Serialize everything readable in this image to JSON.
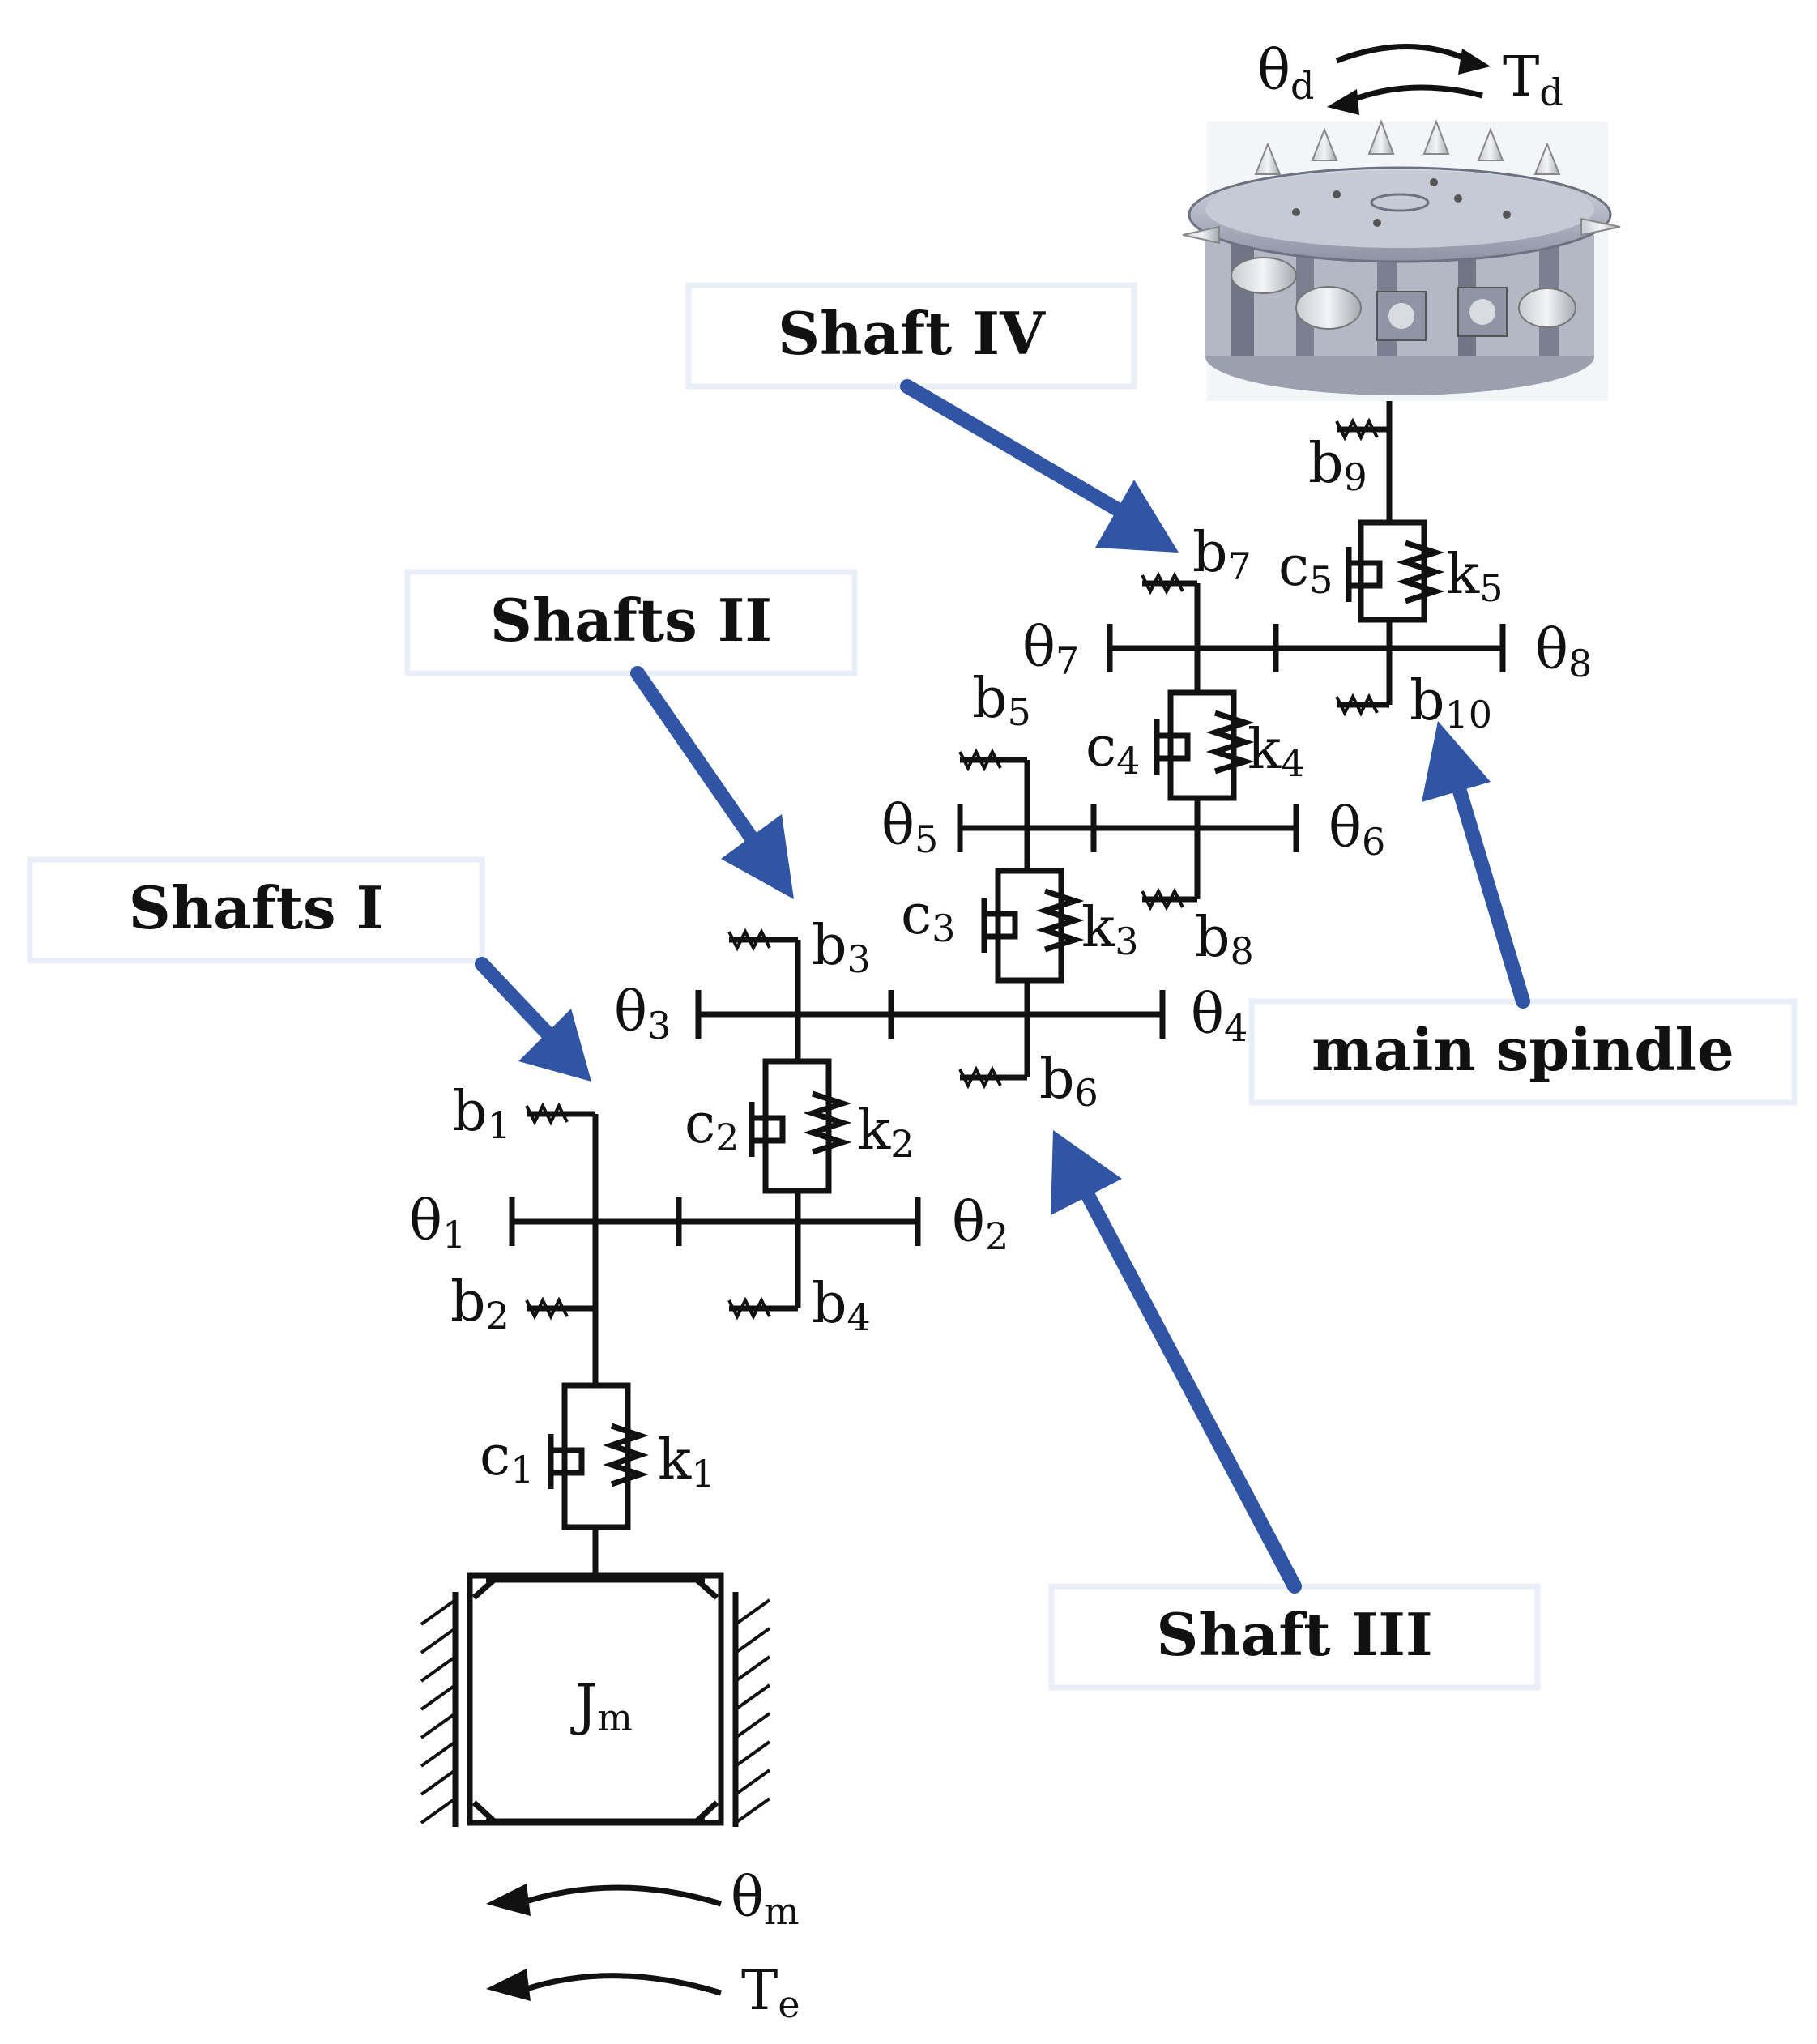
{
  "callouts": {
    "shaft_iv": "Shaft IV",
    "shafts_ii": "Shafts II",
    "shafts_i": "Shafts I",
    "shaft_iii": "Shaft III",
    "main_spindle": "main spindle"
  },
  "symbols": {
    "theta_d": {
      "base": "θ",
      "sub": "d"
    },
    "t_d": {
      "base": "T",
      "sub": "d"
    },
    "b9": {
      "base": "b",
      "sub": "9"
    },
    "b7": {
      "base": "b",
      "sub": "7"
    },
    "c5": {
      "base": "c",
      "sub": "5"
    },
    "k5": {
      "base": "k",
      "sub": "5"
    },
    "theta7": {
      "base": "θ",
      "sub": "7"
    },
    "theta8": {
      "base": "θ",
      "sub": "8"
    },
    "b10": {
      "base": "b",
      "sub": "10"
    },
    "b5": {
      "base": "b",
      "sub": "5"
    },
    "c4": {
      "base": "c",
      "sub": "4"
    },
    "k4": {
      "base": "k",
      "sub": "4"
    },
    "theta5": {
      "base": "θ",
      "sub": "5"
    },
    "theta6": {
      "base": "θ",
      "sub": "6"
    },
    "c3": {
      "base": "c",
      "sub": "3"
    },
    "k3": {
      "base": "k",
      "sub": "3"
    },
    "b8": {
      "base": "b",
      "sub": "8"
    },
    "b3": {
      "base": "b",
      "sub": "3"
    },
    "theta3": {
      "base": "θ",
      "sub": "3"
    },
    "theta4": {
      "base": "θ",
      "sub": "4"
    },
    "b6": {
      "base": "b",
      "sub": "6"
    },
    "b1": {
      "base": "b",
      "sub": "1"
    },
    "c2": {
      "base": "c",
      "sub": "2"
    },
    "k2": {
      "base": "k",
      "sub": "2"
    },
    "theta1": {
      "base": "θ",
      "sub": "1"
    },
    "theta2": {
      "base": "θ",
      "sub": "2"
    },
    "b2": {
      "base": "b",
      "sub": "2"
    },
    "b4": {
      "base": "b",
      "sub": "4"
    },
    "c1": {
      "base": "c",
      "sub": "1"
    },
    "k1": {
      "base": "k",
      "sub": "1"
    },
    "jm": {
      "base": "J",
      "sub": "m"
    },
    "theta_m": {
      "base": "θ",
      "sub": "m"
    },
    "t_e": {
      "base": "T",
      "sub": "e"
    }
  },
  "colors": {
    "arrow": "#2f55a4",
    "line": "#111111",
    "callout_border": "#e9eef7"
  },
  "icons": {
    "cutter_head": "cutter-head-3d-render"
  }
}
